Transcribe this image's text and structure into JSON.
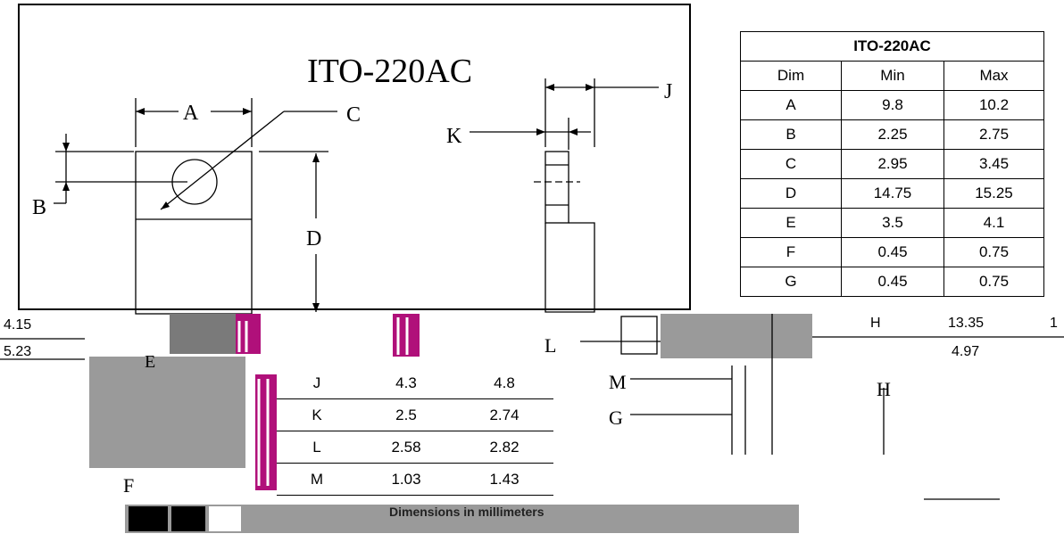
{
  "drawing": {
    "title": "ITO-220AC",
    "labels": {
      "a": "A",
      "b": "B",
      "c": "C",
      "d": "D",
      "j": "J",
      "k": "K",
      "l": "L",
      "m": "M",
      "g": "G",
      "h": "H",
      "f": "F",
      "e": "E"
    }
  },
  "table": {
    "title": "ITO-220AC",
    "headers": [
      "Dim",
      "Min",
      "Max"
    ],
    "rows": [
      [
        "A",
        "9.8",
        "10.2"
      ],
      [
        "B",
        "2.25",
        "2.75"
      ],
      [
        "C",
        "2.95",
        "3.45"
      ],
      [
        "D",
        "14.75",
        "15.25"
      ],
      [
        "E",
        "3.5",
        "4.1"
      ],
      [
        "F",
        "0.45",
        "0.75"
      ],
      [
        "G",
        "0.45",
        "0.75"
      ]
    ],
    "partial_row_h": [
      "H",
      "13.35"
    ],
    "partial_row_i": "4.97"
  },
  "lower_table": {
    "rows": [
      [
        "J",
        "4.3",
        "4.8"
      ],
      [
        "K",
        "2.5",
        "2.74"
      ],
      [
        "L",
        "2.58",
        "2.82"
      ],
      [
        "M",
        "1.03",
        "1.43"
      ]
    ]
  },
  "fragments": {
    "left_top": "4.15",
    "left_bottom": "5.23",
    "right_cut": "1"
  },
  "footer": "Dimensions in millimeters"
}
